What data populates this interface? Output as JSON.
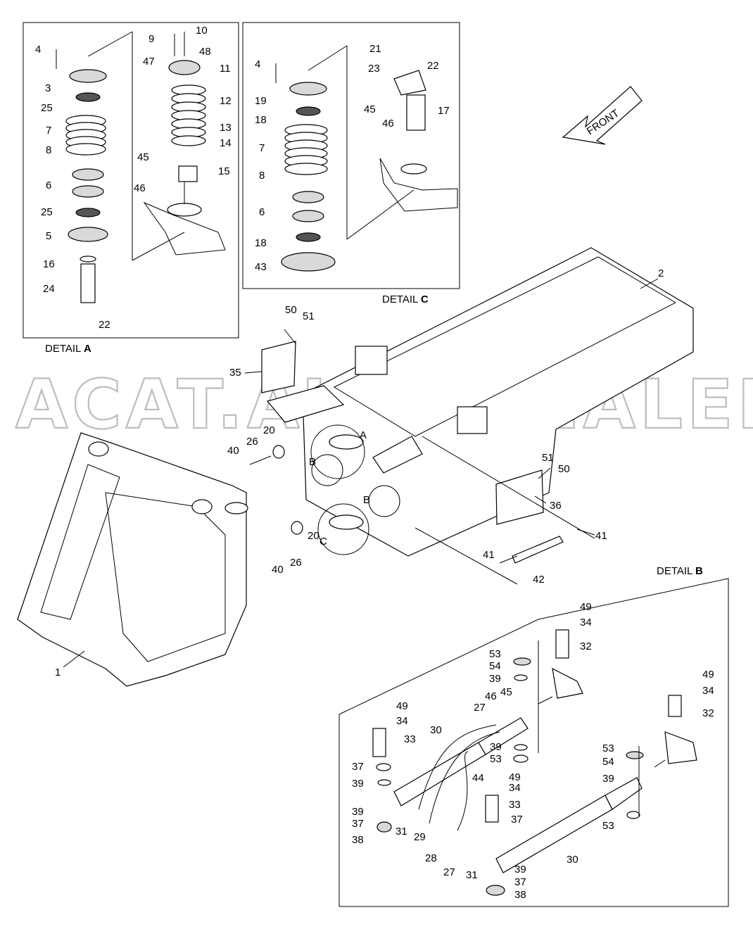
{
  "detail_a": {
    "caption_prefix": "DETAIL",
    "caption_letter": "A"
  },
  "detail_b": {
    "caption_prefix": "DETAIL",
    "caption_letter": "B"
  },
  "detail_c": {
    "caption_prefix": "DETAIL",
    "caption_letter": "C"
  },
  "front_arrow": {
    "label": "FRONT"
  },
  "watermark": {
    "text": "ACAT.AUTODEALER.RU"
  },
  "callouts_a": [
    "4",
    "3",
    "25",
    "7",
    "8",
    "6",
    "25",
    "5",
    "16",
    "24",
    "22",
    "9",
    "10",
    "47",
    "48",
    "11",
    "12",
    "13",
    "14",
    "15",
    "45",
    "46"
  ],
  "callouts_c": [
    "4",
    "19",
    "18",
    "7",
    "8",
    "6",
    "18",
    "43",
    "21",
    "23",
    "22",
    "17",
    "45",
    "46"
  ],
  "callouts_main": [
    "50",
    "51",
    "35",
    "2",
    "20",
    "26",
    "40",
    "A",
    "B",
    "B",
    "C",
    "26",
    "40",
    "20",
    "51",
    "50",
    "36",
    "41",
    "41",
    "42",
    "1"
  ],
  "callouts_b": [
    "49",
    "34",
    "32",
    "53",
    "54",
    "39",
    "49",
    "34",
    "33",
    "27",
    "46",
    "45",
    "30",
    "37",
    "39",
    "39",
    "53",
    "44",
    "49",
    "34",
    "33",
    "39",
    "37",
    "38",
    "31",
    "29",
    "37",
    "28",
    "27",
    "31",
    "30",
    "39",
    "37",
    "38",
    "53",
    "54",
    "39",
    "53",
    "49",
    "34",
    "32"
  ]
}
